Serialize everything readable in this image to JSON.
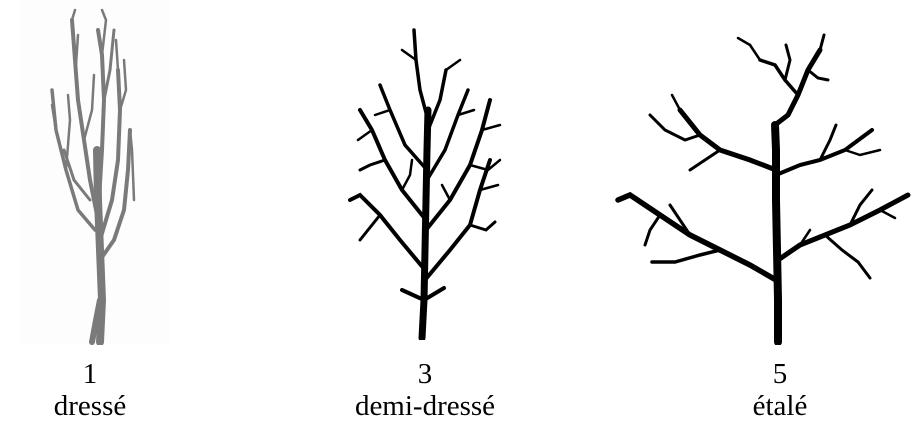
{
  "trees": [
    {
      "number": "1",
      "label": "dressé"
    },
    {
      "number": "3",
      "label": "demi-dressé"
    },
    {
      "number": "5",
      "label": "étalé"
    }
  ],
  "colors": {
    "tree_1": "#7a7a7a",
    "tree_3": "#000000",
    "tree_5": "#000000",
    "background": "#ffffff"
  }
}
